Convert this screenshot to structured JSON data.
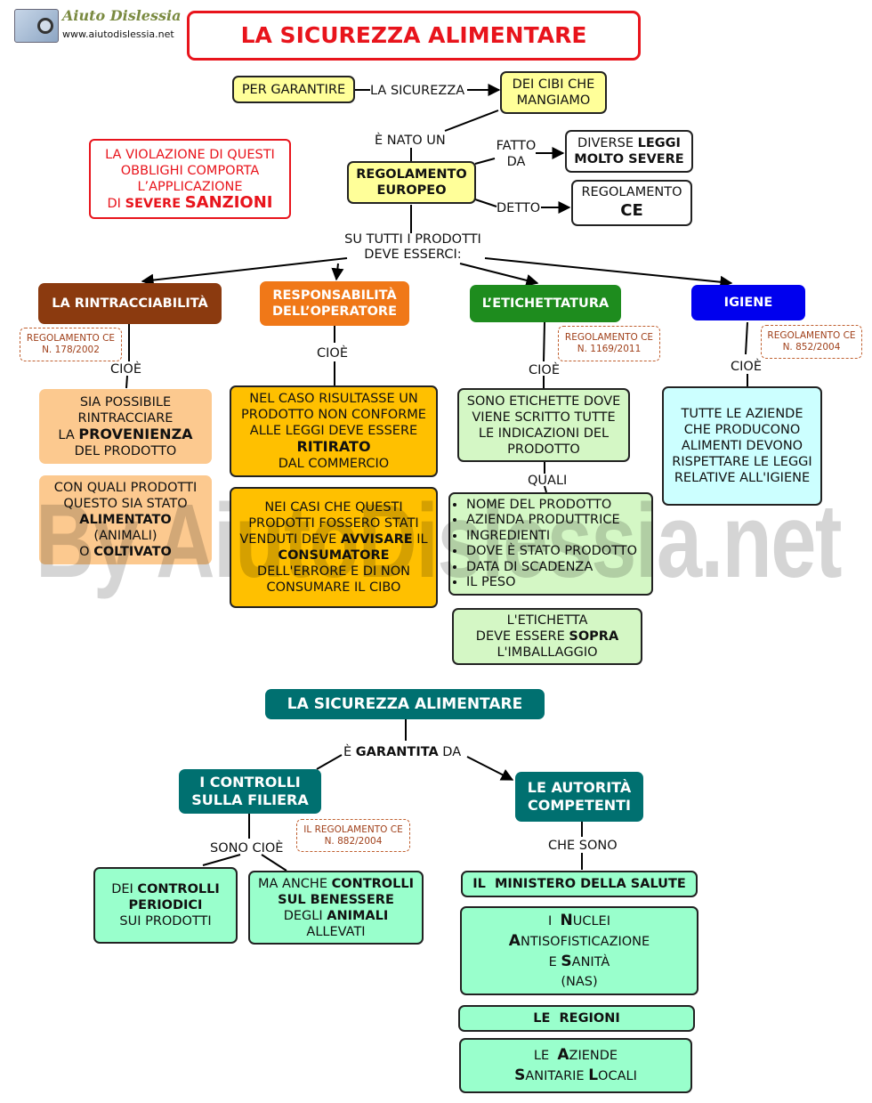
{
  "logo": {
    "name": "Aiuto Dislessia",
    "url": "www.aiutodislessia.net"
  },
  "title": "LA SICUREZZA ALIMENTARE",
  "top": {
    "per_garantire": "PER GARANTIRE",
    "la_sicurezza": "LA SICUREZZA",
    "dei_cibi": "DEI CIBI CHE MANGIAMO",
    "e_nato_un": "È NATO UN",
    "regolamento": "REGOLAMENTO EUROPEO",
    "fatto_da": "FATTO DA",
    "diverse_a": "DIVERSE ",
    "diverse_b": "LEGGI",
    "diverse_c": "MOLTO SEVERE",
    "detto": "DETTO",
    "reg_ce_a": "REGOLAMENTO",
    "reg_ce_b": "CE",
    "violazione_a": "LA VIOLAZIONE DI QUESTI OBBLIGHI COMPORTA L’APPLICAZIONE",
    "violazione_b": "DI ",
    "violazione_c": "SEVERE",
    "violazione_d": "SANZIONI",
    "su_tutti": "SU TUTTI I PRODOTTI DEVE ESSERCI:"
  },
  "columns": {
    "rintracciabilita": {
      "title": "LA RINTRACCIABILITÀ",
      "reg": "REGOLAMENTO CE N. 178/2002",
      "cioe": "CIOÈ",
      "box1_a": "SIA POSSIBILE RINTRACCIARE",
      "box1_b": "LA ",
      "box1_c": "PROVENIENZA",
      "box1_d": "DEL PRODOTTO",
      "box2_a": "CON QUALI PRODOTTI QUESTO SIA STATO",
      "box2_b": "ALIMENTATO",
      "box2_c": "(ANIMALI)",
      "box2_d": "O ",
      "box2_e": "COLTIVATO"
    },
    "responsabilita": {
      "title": "RESPONSABILITÀ DELL’OPERATORE",
      "cioe": "CIOÈ",
      "box1_a": "NEL CASO RISULTASSE UN PRODOTTO NON CONFORME ALLE LEGGI DEVE ESSERE ",
      "box1_b": "RITIRATO",
      "box1_c": "DAL COMMERCIO",
      "box2_a": "NEI CASI CHE QUESTI PRODOTTI FOSSERO STATI VENDUTI DEVE ",
      "box2_b": "AVVISARE",
      "box2_c": " IL ",
      "box2_d": "CONSUMATORE",
      "box2_e": "DELL'ERRORE E DI NON CONSUMARE IL CIBO"
    },
    "etichettatura": {
      "title": "L’ETICHETTATURA",
      "reg": "REGOLAMENTO CE N. 1169/2011",
      "cioe": "CIOÈ",
      "box1": "SONO ETICHETTE DOVE VIENE SCRITTO TUTTE LE INDICAZIONI DEL PRODOTTO",
      "quali": "QUALI",
      "items": [
        "NOME DEL PRODOTTO",
        "AZIENDA PRODUTTRICE",
        "INGREDIENTI",
        "DOVE È STATO PRODOTTO",
        "DATA DI SCADENZA",
        "IL PESO"
      ],
      "box3_a": "L'ETICHETTA",
      "box3_b": "DEVE ESSERE ",
      "box3_c": "SOPRA",
      "box3_d": "L'IMBALLAGGIO"
    },
    "igiene": {
      "title": "IGIENE",
      "reg": "REGOLAMENTO CE N. 852/2004",
      "cioe": "CIOÈ",
      "box1": "TUTTE LE AZIENDE CHE PRODUCONO ALIMENTI DEVONO RISPETTARE LE LEGGI RELATIVE ALL'IGIENE"
    }
  },
  "bottom": {
    "title": "LA SICUREZZA ALIMENTARE",
    "garantita_a": "È ",
    "garantita_b": "GARANTITA",
    "garantita_c": " DA",
    "controlli": "I CONTROLLI SULLA FILIERA",
    "reg": "IL REGOLAMENTO CE N. 882/2004",
    "sono_cioe": "SONO CIOÈ",
    "periodici_a": "DEI ",
    "periodici_b": "CONTROLLI PERIODICI",
    "periodici_c": "SUI PRODOTTI",
    "benessere_a": "MA ANCHE ",
    "benessere_b": "CONTROLLI SUL BENESSERE",
    "benessere_c": "DEGLI ",
    "benessere_d": "ANIMALI",
    "benessere_e": "ALLEVATI",
    "autorita": "LE AUTORITÀ COMPETENTI",
    "che_sono": "CHE SONO",
    "ministero": "IL  MINISTERO DELLA SALUTE",
    "nas_1a": "I  ",
    "nas_1b": "N",
    "nas_1c": "UCLEI",
    "nas_2a": "A",
    "nas_2b": "NTISOFISTICAZIONE",
    "nas_3a": "E ",
    "nas_3b": "S",
    "nas_3c": "ANITÀ",
    "nas_4": "(NAS)",
    "regioni": "LE  REGIONI",
    "asl_1a": "LE  ",
    "asl_1b": "A",
    "asl_1c": "ZIENDE",
    "asl_2a": "S",
    "asl_2b": "ANITARIE ",
    "asl_2c": "L",
    "asl_2d": "OCALI"
  },
  "watermark": "By AiutoDislessia.net",
  "colors": {
    "title_border": "#e8141c",
    "title_text": "#e8141c",
    "rintracciabilita": "#8b3a0f",
    "responsabilita": "#f07818",
    "etichettatura": "#1e8c1e",
    "igiene": "#0000ee",
    "teal": "#007070"
  }
}
